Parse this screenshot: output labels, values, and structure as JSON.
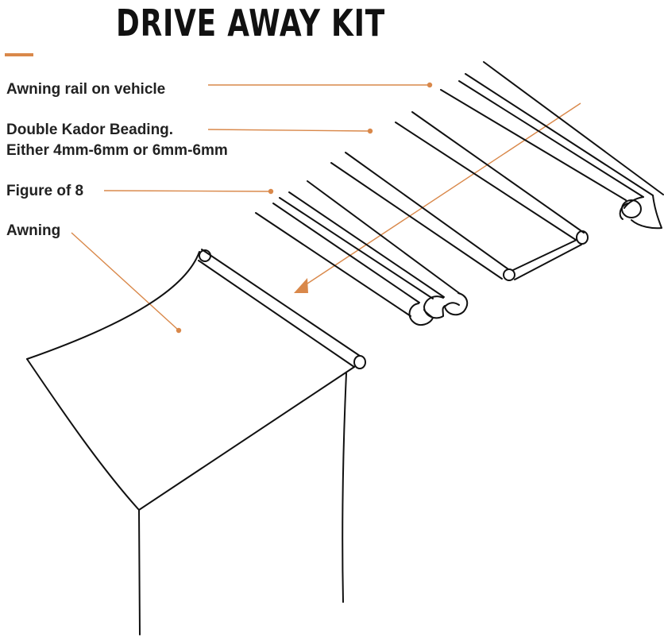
{
  "title": "DRIVE AWAY KIT",
  "labels": {
    "rail": "Awning rail on vehicle",
    "kador_line1": "Double Kador Beading.",
    "kador_line2": "Either 4mm-6mm or 6mm-6mm",
    "figure8": "Figure of 8",
    "awning": "Awning"
  },
  "colors": {
    "accent": "#d9884a",
    "line": "#111111"
  }
}
